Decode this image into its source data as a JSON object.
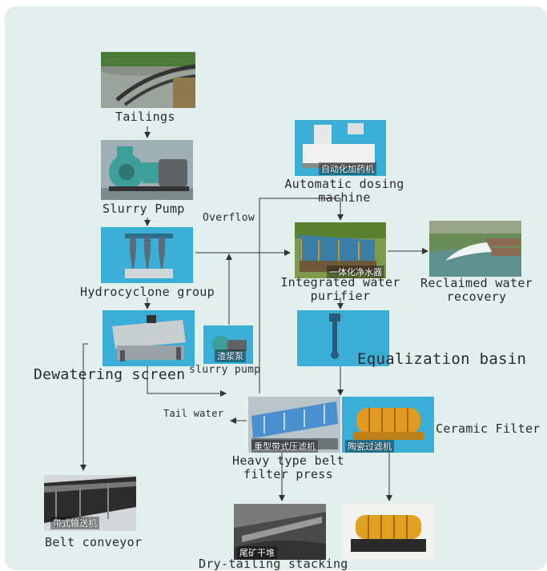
{
  "nodes": {
    "tailings": {
      "label": "Tailings"
    },
    "slurry_pump": {
      "label": "Slurry Pump"
    },
    "hydrocyclone": {
      "label": "Hydrocyclone group"
    },
    "dewatering_screen": {
      "label": "Dewatering screen"
    },
    "slurry_pump_small": {
      "label": "slurry pump",
      "cn_label": "渣浆泵"
    },
    "belt_conveyor": {
      "label": "Belt conveyor",
      "cn_label": "带式输送机"
    },
    "dosing_machine": {
      "label_line1": "Automatic dosing",
      "label_line2": "machine",
      "cn_label": "自动化加药机"
    },
    "water_purifier": {
      "label_line1": "Integrated water",
      "label_line2": "purifier",
      "cn_label": "一体化净水器"
    },
    "reclaimed_water": {
      "label_line1": "Reclaimed water",
      "label_line2": "recovery"
    },
    "equalization_basin": {
      "label": "Equalization basin"
    },
    "belt_filter_press": {
      "label_line1": "Heavy type belt",
      "label_line2": "filter press",
      "cn_label": "重型带式压滤机"
    },
    "ceramic_filter": {
      "label": "Ceramic Filter",
      "cn_label": "陶瓷过滤机"
    },
    "dry_tailing": {
      "label": "Dry-tailing stacking",
      "cn_label": "尾矿干堆"
    },
    "ceramic_output": {}
  },
  "edge_labels": {
    "overflow": "Overflow",
    "tail_water": "Tail water"
  },
  "colors": {
    "panel_bg": "#e3efec",
    "photo_blue": "#3aaed6",
    "arrow": "#333333"
  }
}
